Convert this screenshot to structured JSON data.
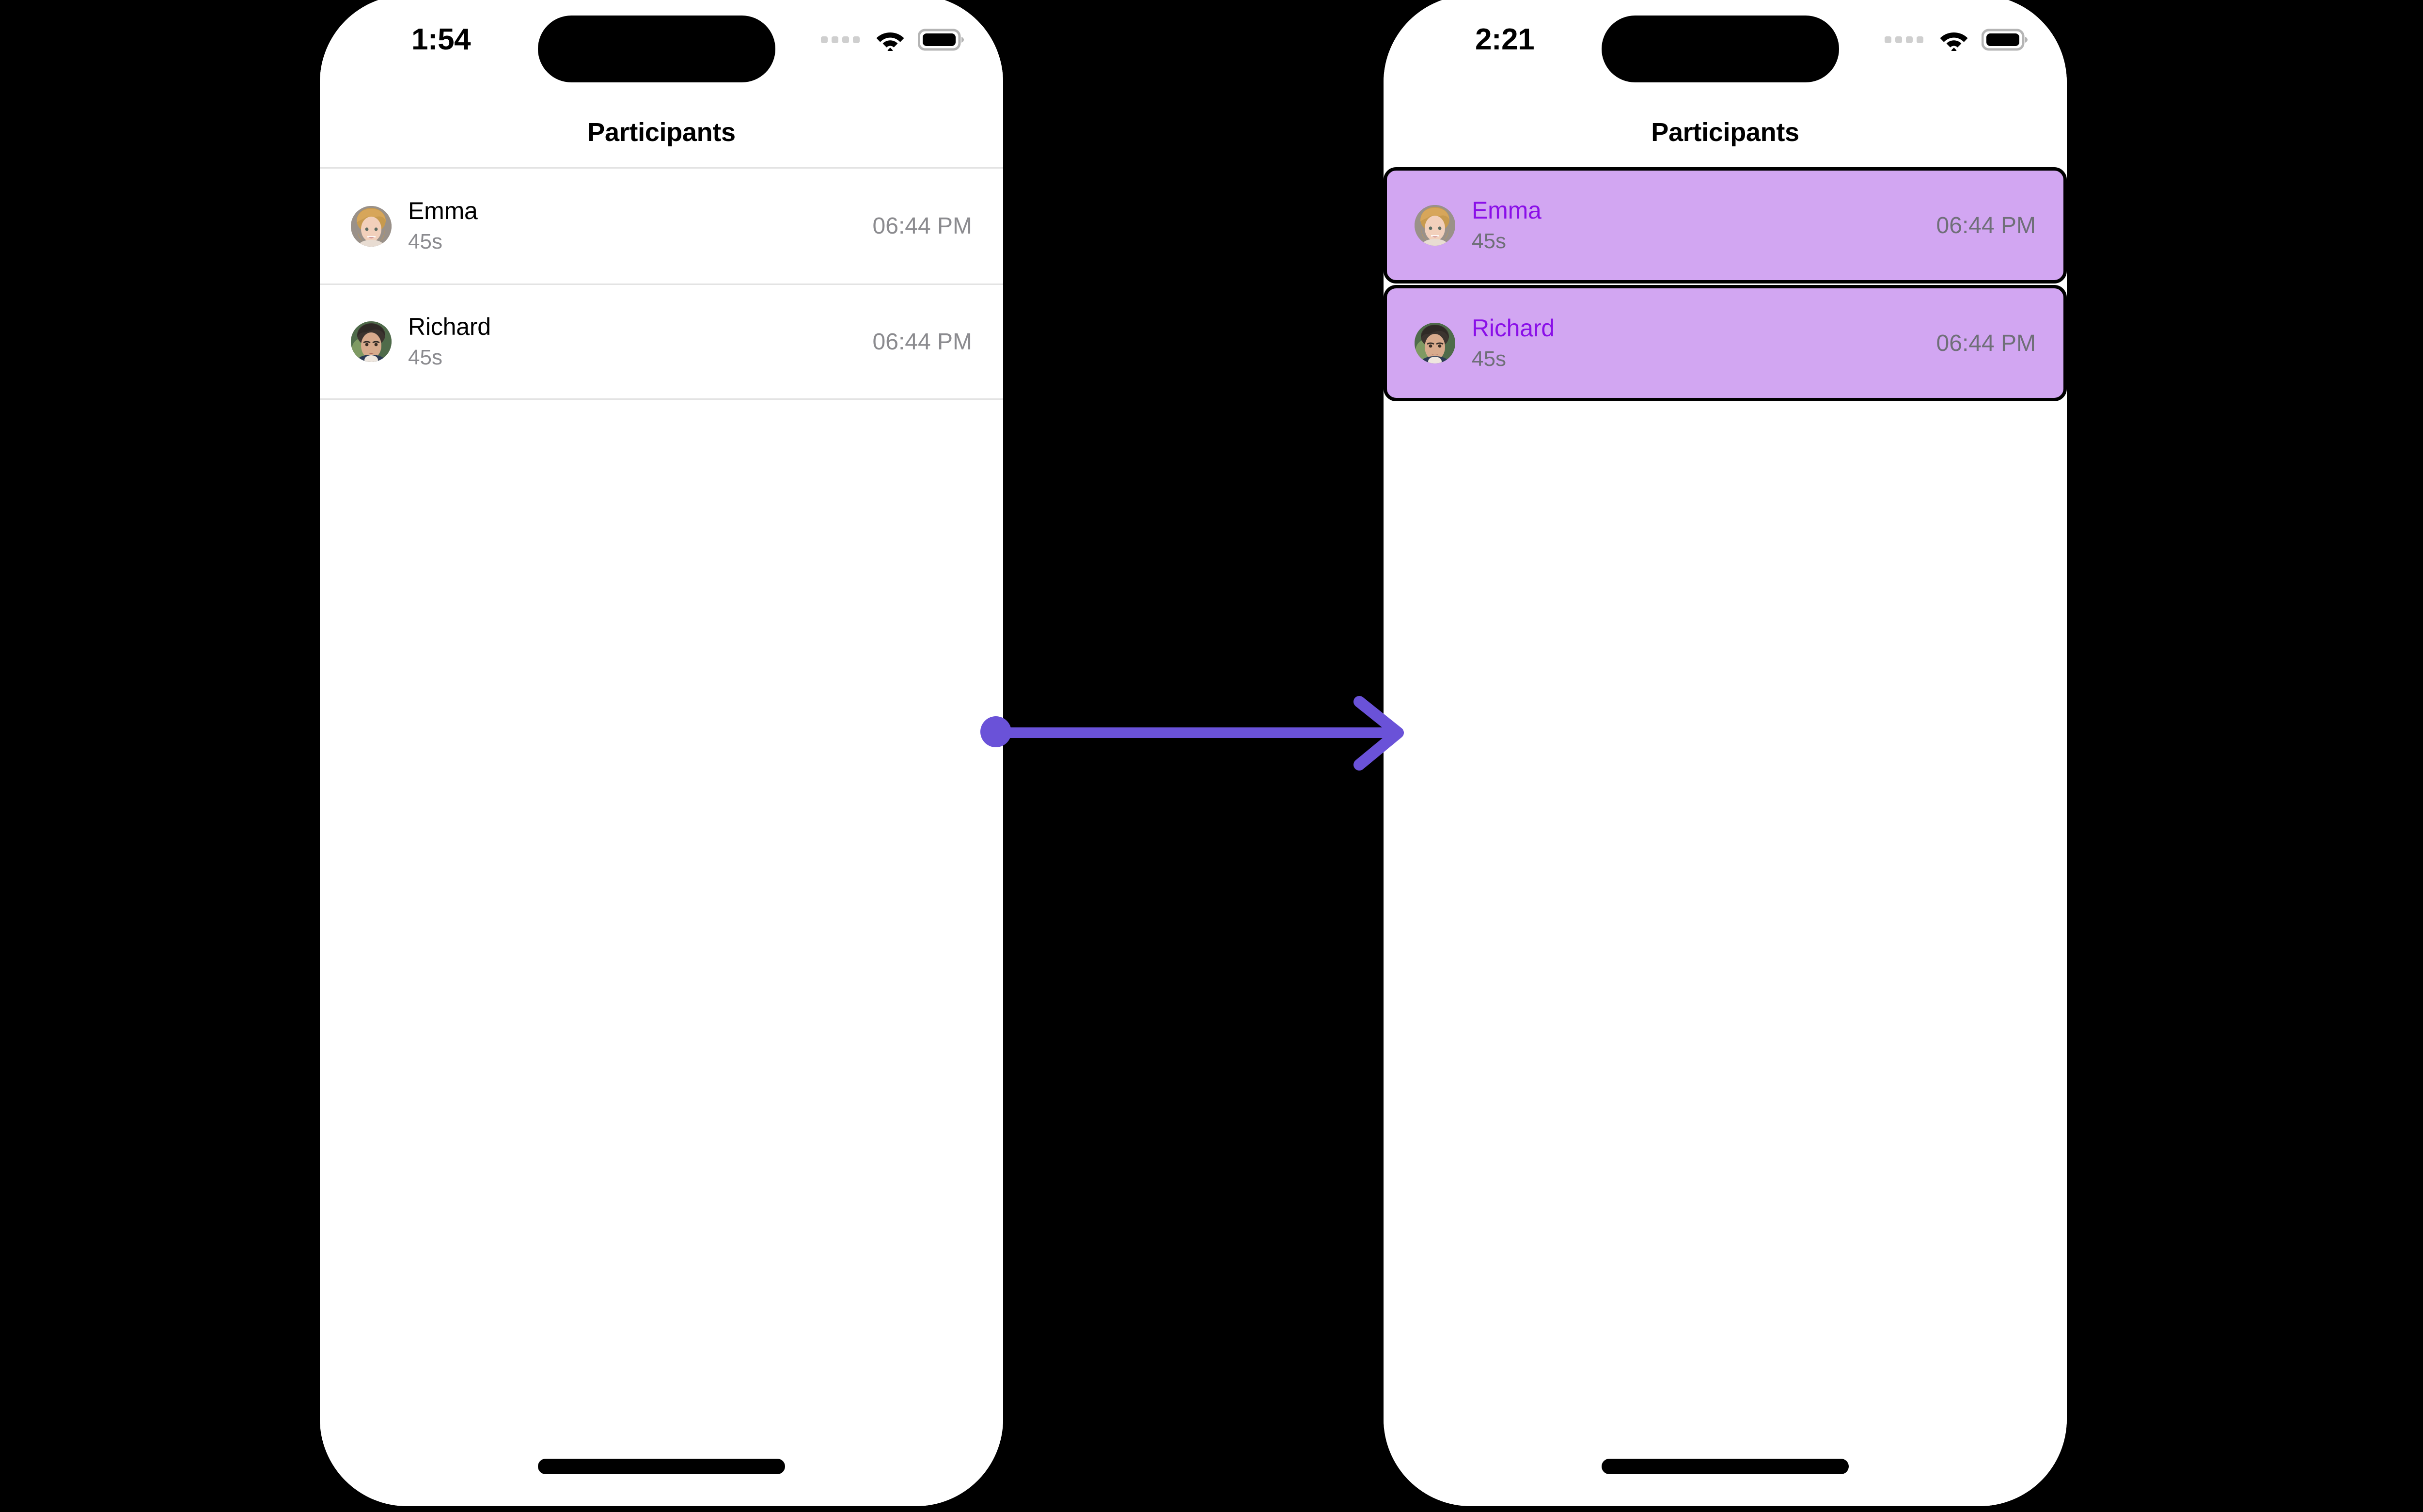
{
  "annotation": {
    "type": "action-arrow",
    "color": "#6a52d8",
    "direction": "left-to-right",
    "start_marker": "dot",
    "end_marker": "chevron-arrowhead"
  },
  "screens": [
    {
      "id": "before",
      "label": "before-state",
      "status_bar": {
        "time": "1:54",
        "signal_icon": "cellular-dots-icon",
        "wifi_icon": "wifi-icon",
        "battery_icon": "battery-full-icon"
      },
      "nav": {
        "title": "Participants"
      },
      "rows": [
        {
          "name": "Emma",
          "duration": "45s",
          "time": "06:44 PM",
          "selected": false,
          "avatar": "avatar-emma"
        },
        {
          "name": "Richard",
          "duration": "45s",
          "time": "06:44 PM",
          "selected": false,
          "avatar": "avatar-richard"
        }
      ],
      "home_indicator": "home-indicator"
    },
    {
      "id": "after",
      "label": "after-state",
      "status_bar": {
        "time": "2:21",
        "signal_icon": "cellular-dots-icon",
        "wifi_icon": "wifi-icon",
        "battery_icon": "battery-full-icon"
      },
      "nav": {
        "title": "Participants"
      },
      "rows": [
        {
          "name": "Emma",
          "duration": "45s",
          "time": "06:44 PM",
          "selected": true,
          "avatar": "avatar-emma"
        },
        {
          "name": "Richard",
          "duration": "45s",
          "time": "06:44 PM",
          "selected": true,
          "avatar": "avatar-richard"
        }
      ],
      "home_indicator": "home-indicator"
    }
  ],
  "colors": {
    "background": "#000000",
    "screen": "#ffffff",
    "selected_row_fill": "#d2a6f2",
    "selected_row_border": "#000000",
    "selected_name_text": "#8a0fe8",
    "secondary_text": "#8b8b8f",
    "separator": "#e3e3e3",
    "annotation": "#6a52d8"
  }
}
